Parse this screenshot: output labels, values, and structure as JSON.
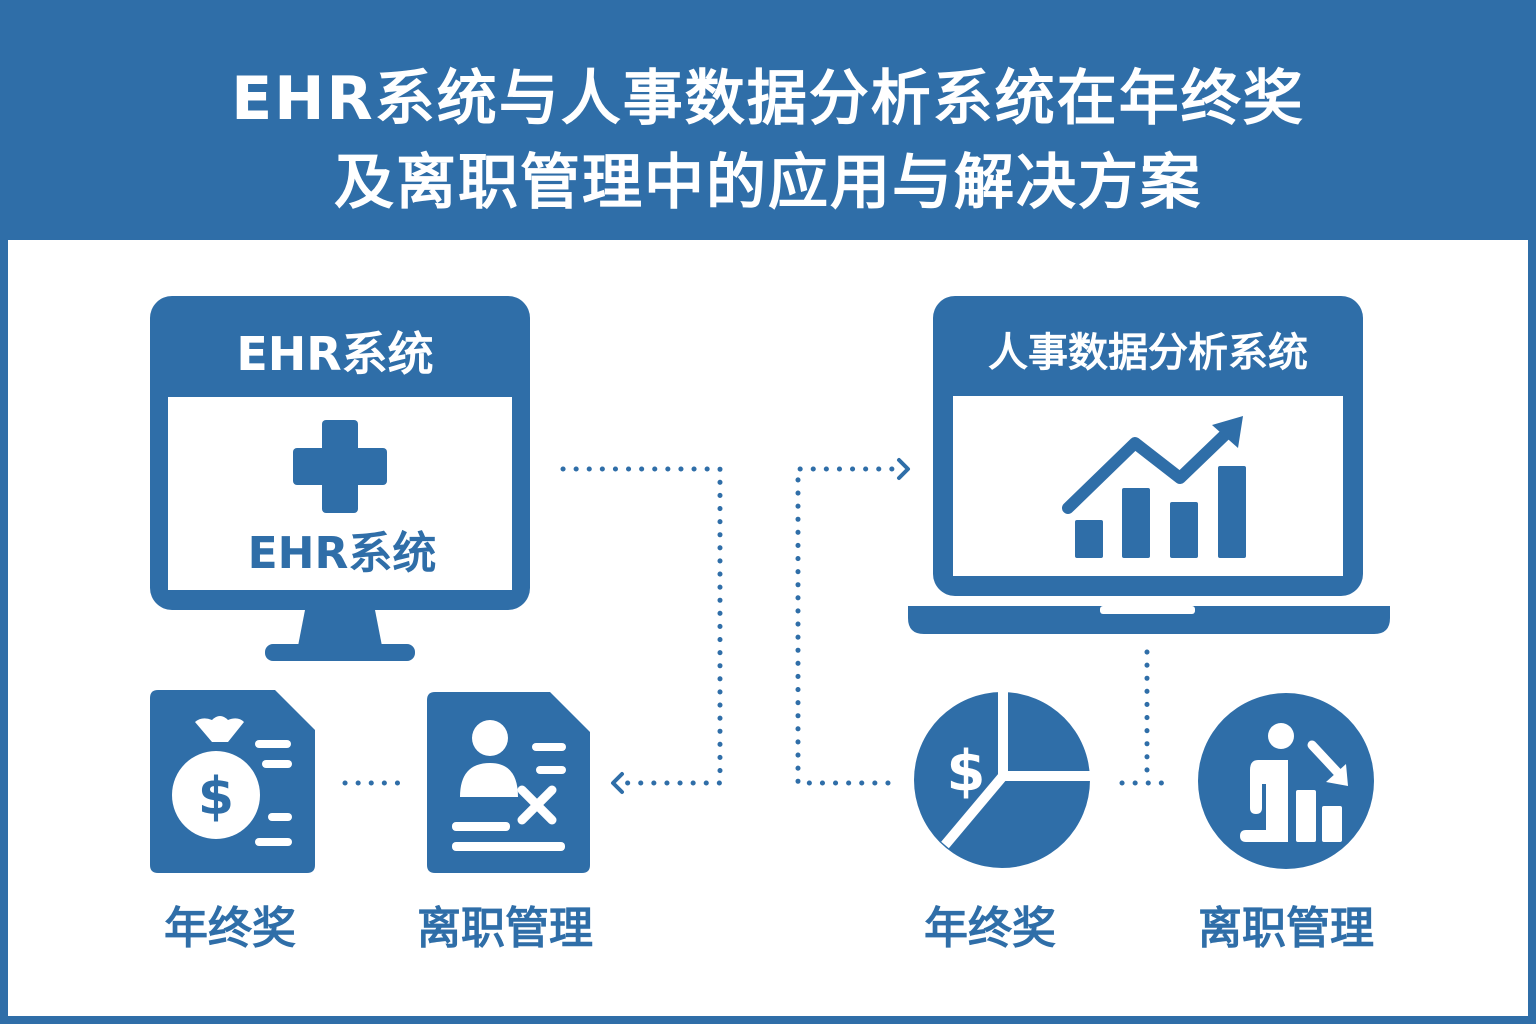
{
  "title": {
    "line1": "EHR系统与人事数据分析系统在年终奖",
    "line2": "及离职管理中的应用与解决方案"
  },
  "ehr": {
    "header_label": "EHR系统",
    "screen_label": "EHR系统"
  },
  "analytics": {
    "header_label": "人事数据分析系统"
  },
  "left_items": [
    {
      "label": "年终奖",
      "icon": "money-bag-document-icon"
    },
    {
      "label": "离职管理",
      "icon": "employee-removal-document-icon"
    }
  ],
  "right_items": [
    {
      "label": "年终奖",
      "icon": "dollar-pie-chart-icon"
    },
    {
      "label": "离职管理",
      "icon": "person-declining-chart-icon"
    }
  ],
  "colors": {
    "primary": "#2f6ea8",
    "background": "#ffffff"
  }
}
